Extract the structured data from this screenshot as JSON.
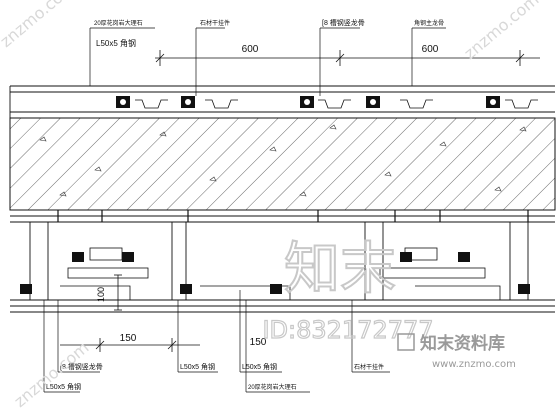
{
  "labels": {
    "top_1": "20厚花岗岩大理石",
    "top_2": "L50x5 角钢",
    "top_3": "石材干挂件",
    "top_4": "[8 槽钢竖龙骨",
    "top_5": "角钢主龙骨",
    "bottom_1": "[8 槽钢竖龙骨",
    "bottom_2": "L50x5 角钢",
    "bottom_3": "L50x5 角钢",
    "bottom_4": "L50x5 角钢",
    "bottom_5": "20厚花岗岩大理石",
    "bottom_6": "石材干挂件"
  },
  "dimensions": {
    "span_left": "600",
    "span_right": "600",
    "offset": "150",
    "depth": "100",
    "mid": "150"
  },
  "watermark": {
    "logo_text": "知末",
    "id_text": "ID:832172777",
    "brand_cn": "知末资料库",
    "url": "www.znzmo.com",
    "diag_top": "znzmo.com",
    "diag_bottom": "znzmo.com"
  },
  "colors": {
    "line": "#111111",
    "hatch": "#444444",
    "watermark": "#c8c8c8",
    "watermark_text": "#b5b5b5"
  }
}
